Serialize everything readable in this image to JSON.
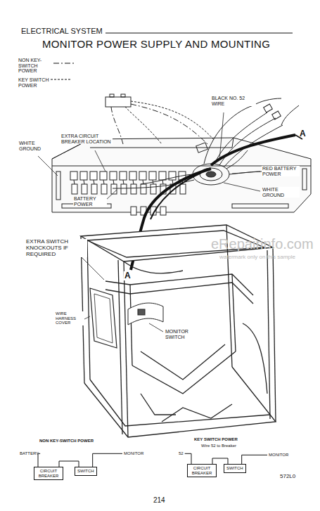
{
  "diagram": {
    "title": "MONITOR POWER SUPPLY AND MOUNTING",
    "nodes": [
      {
        "text": [
          "CIRCUIT BREAKER"
        ]
      },
      {
        "text": [
          "SWITCH"
        ]
      },
      {
        "text": [
          "CIRCUIT BREAKER"
        ]
      },
      {
        "text": [
          "SWITCH"
        ]
      }
    ],
    "edges": [
      {
        "from": 0,
        "to": 1,
        "arrow": "none"
      },
      {
        "from": 2,
        "to": 3,
        "arrow": "none"
      }
    ],
    "labels": [
      "ELECTRICAL SYSTEM",
      "BLACK NO. 52 WIRE",
      "A",
      "EXTRA CIRCUIT BREAKER LOCATION",
      "WHITE GROUND",
      "RED BATTERY POWER",
      "WHITE GROUND",
      "BATTERY POWER",
      "EXTRA SWITCH KNOCKOUTS IF REQUIRED",
      "A",
      "WIRE HARNESS COVER",
      "MONITOR SWITCH",
      "NON KEY-SWITCH POWER",
      "BATTERY",
      "MONITOR",
      "KEY SWITCH POWER",
      "Wire 52 to Breaker",
      "52",
      "MONITOR",
      "572L0",
      "214",
      "eRepairinfo.com",
      "watermark only on this sample"
    ],
    "legend": [
      {
        "text": "NON KEY-SWITCH POWER"
      },
      {
        "text": "KEY SWITCH POWER"
      }
    ]
  }
}
